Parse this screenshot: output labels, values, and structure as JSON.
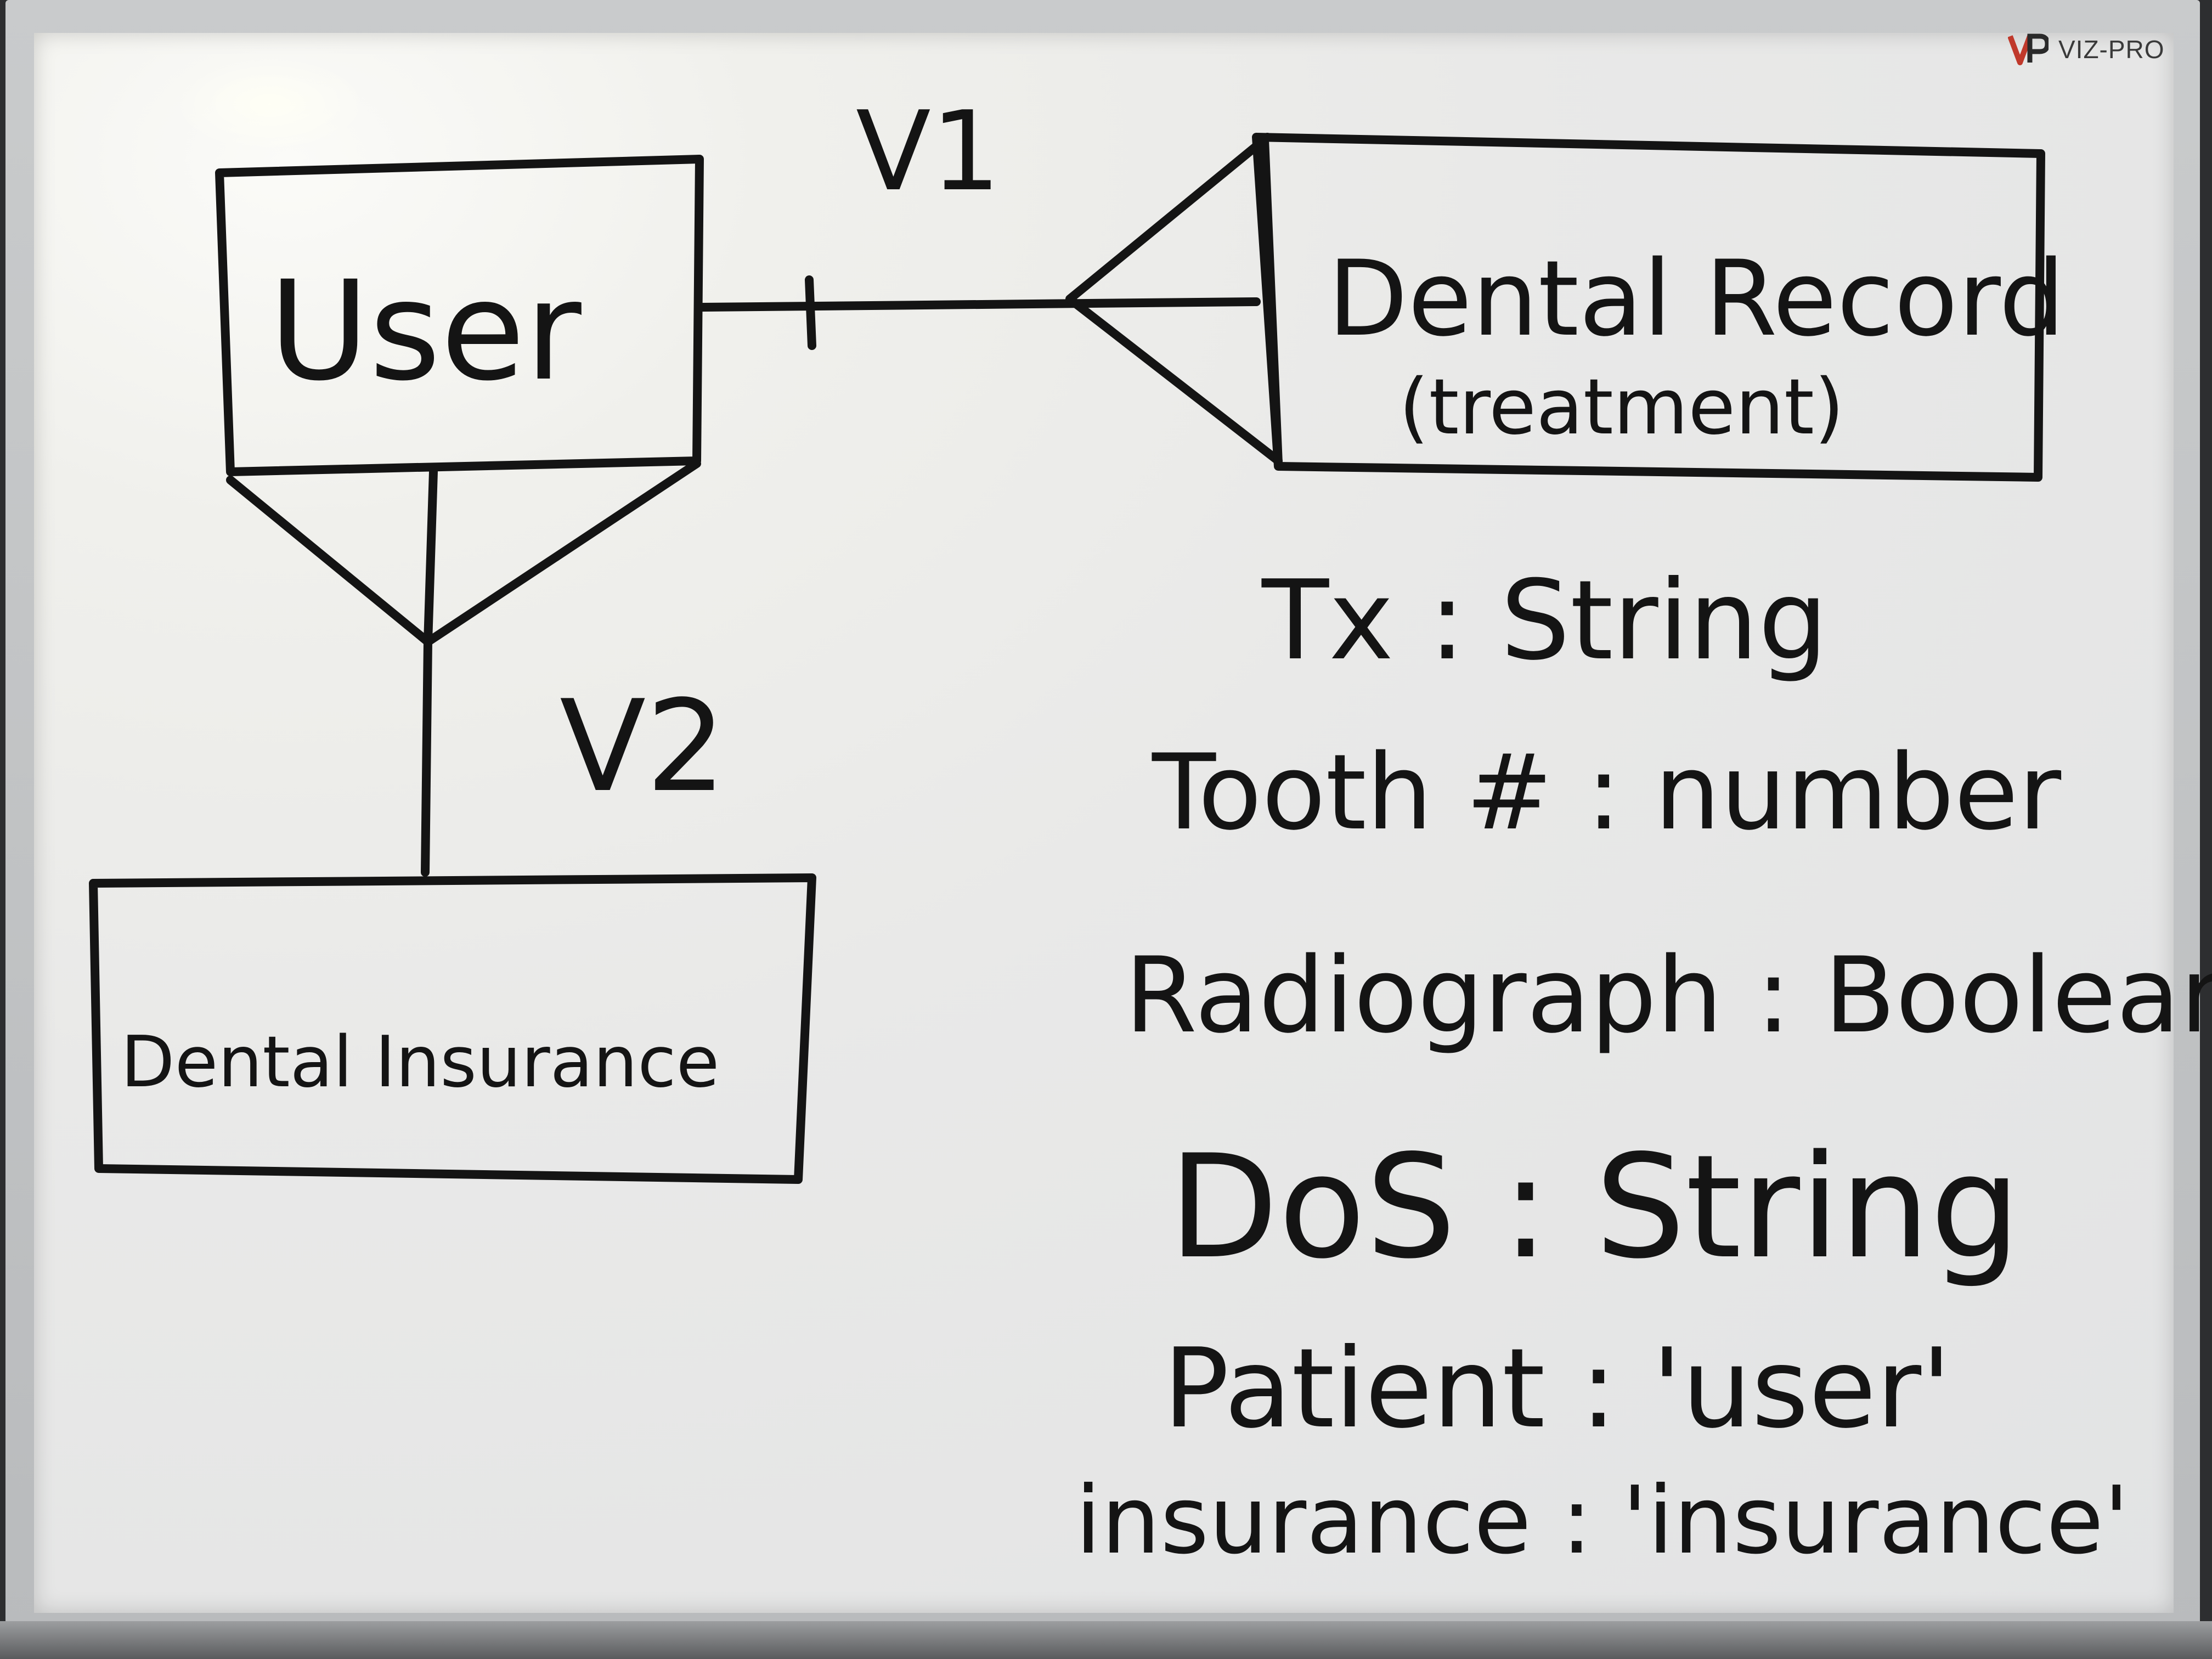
{
  "logo": {
    "text": "VIZ-PRO"
  },
  "diagram": {
    "version_labels": [
      "V1",
      "V2"
    ],
    "entities": {
      "user": "User",
      "dental_record": "Dental Record",
      "dental_record_note": "(treatment)",
      "dental_insurance": "Dental Insurance"
    },
    "attributes": [
      "Tx : String",
      "Tooth # : number",
      "Radiograph : Boolean",
      "DoS : String",
      "Patient : 'user'",
      "insurance : 'insurance'"
    ]
  },
  "colors": {
    "ink": "#141414",
    "board": "#e9e9e8",
    "logo_red": "#c0392b"
  }
}
